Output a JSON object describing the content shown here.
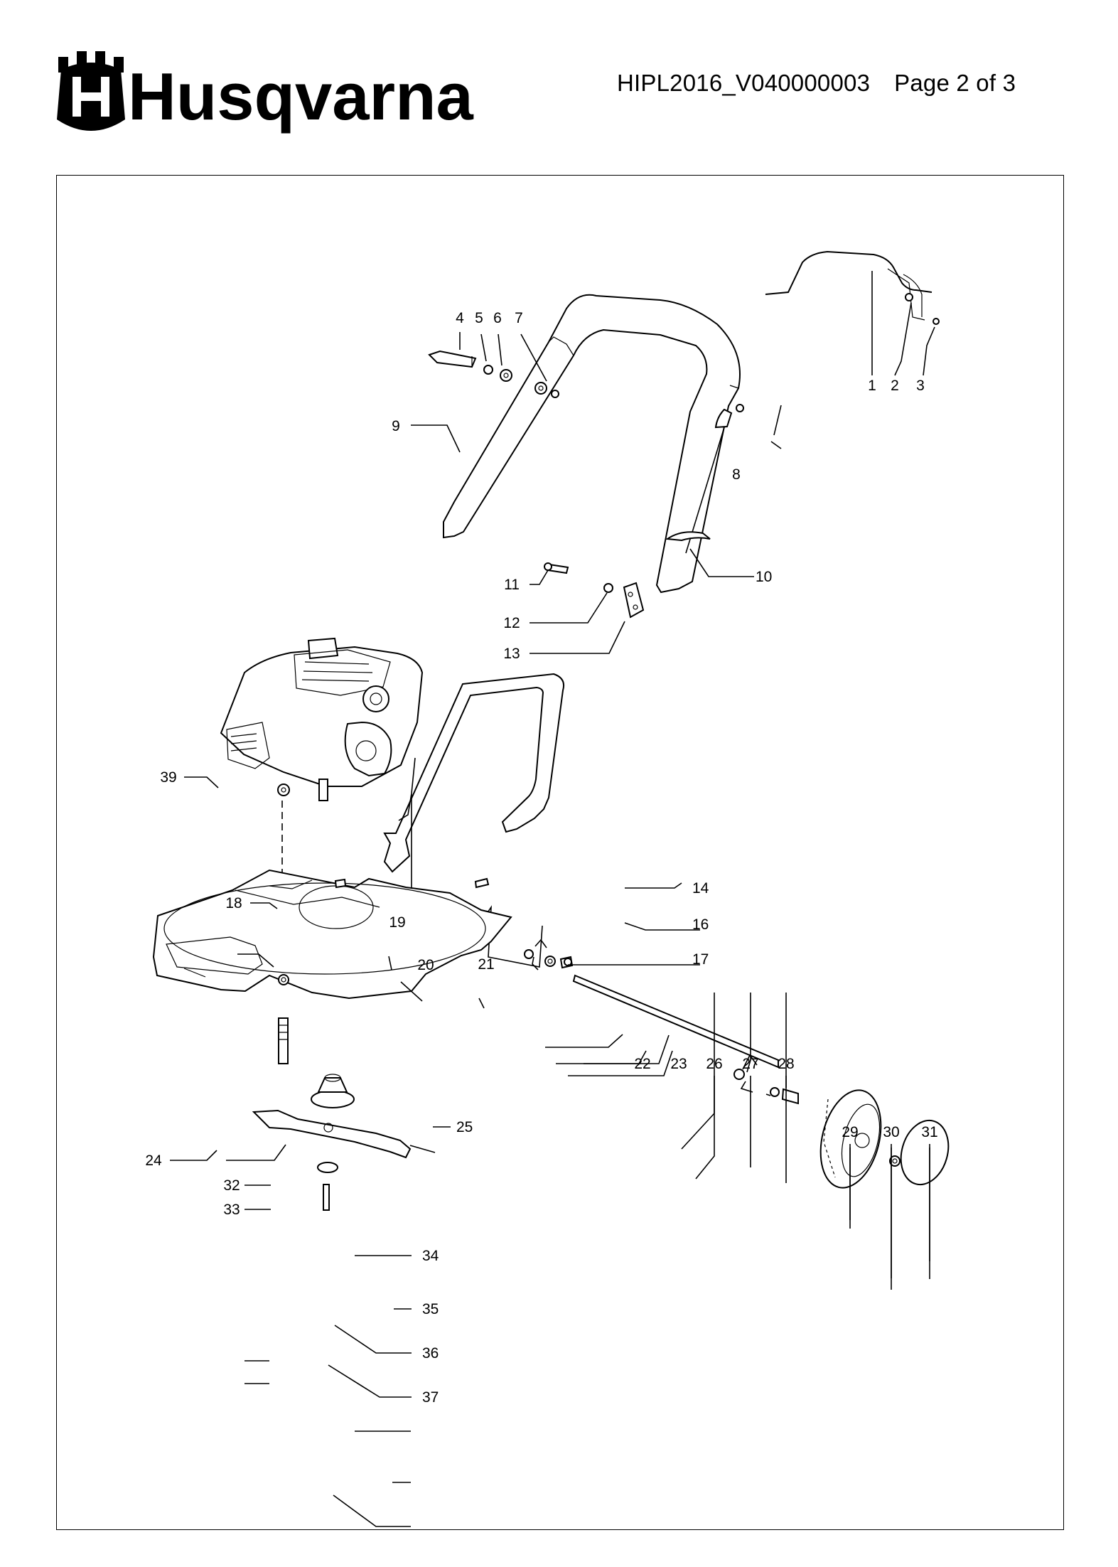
{
  "header": {
    "brand": "Husqvarna",
    "document_id": "HIPL2016_V040000003",
    "page_label": "Page 2 of 3"
  },
  "diagram": {
    "callouts": [
      "1",
      "2",
      "3",
      "4",
      "5",
      "6",
      "7",
      "8",
      "9",
      "10",
      "11",
      "12",
      "13",
      "14",
      "16",
      "17",
      "18",
      "19",
      "20",
      "21",
      "22",
      "23",
      "24",
      "25",
      "26",
      "27",
      "28",
      "29",
      "30",
      "31",
      "32",
      "33",
      "34",
      "35",
      "36",
      "37",
      "39"
    ]
  }
}
